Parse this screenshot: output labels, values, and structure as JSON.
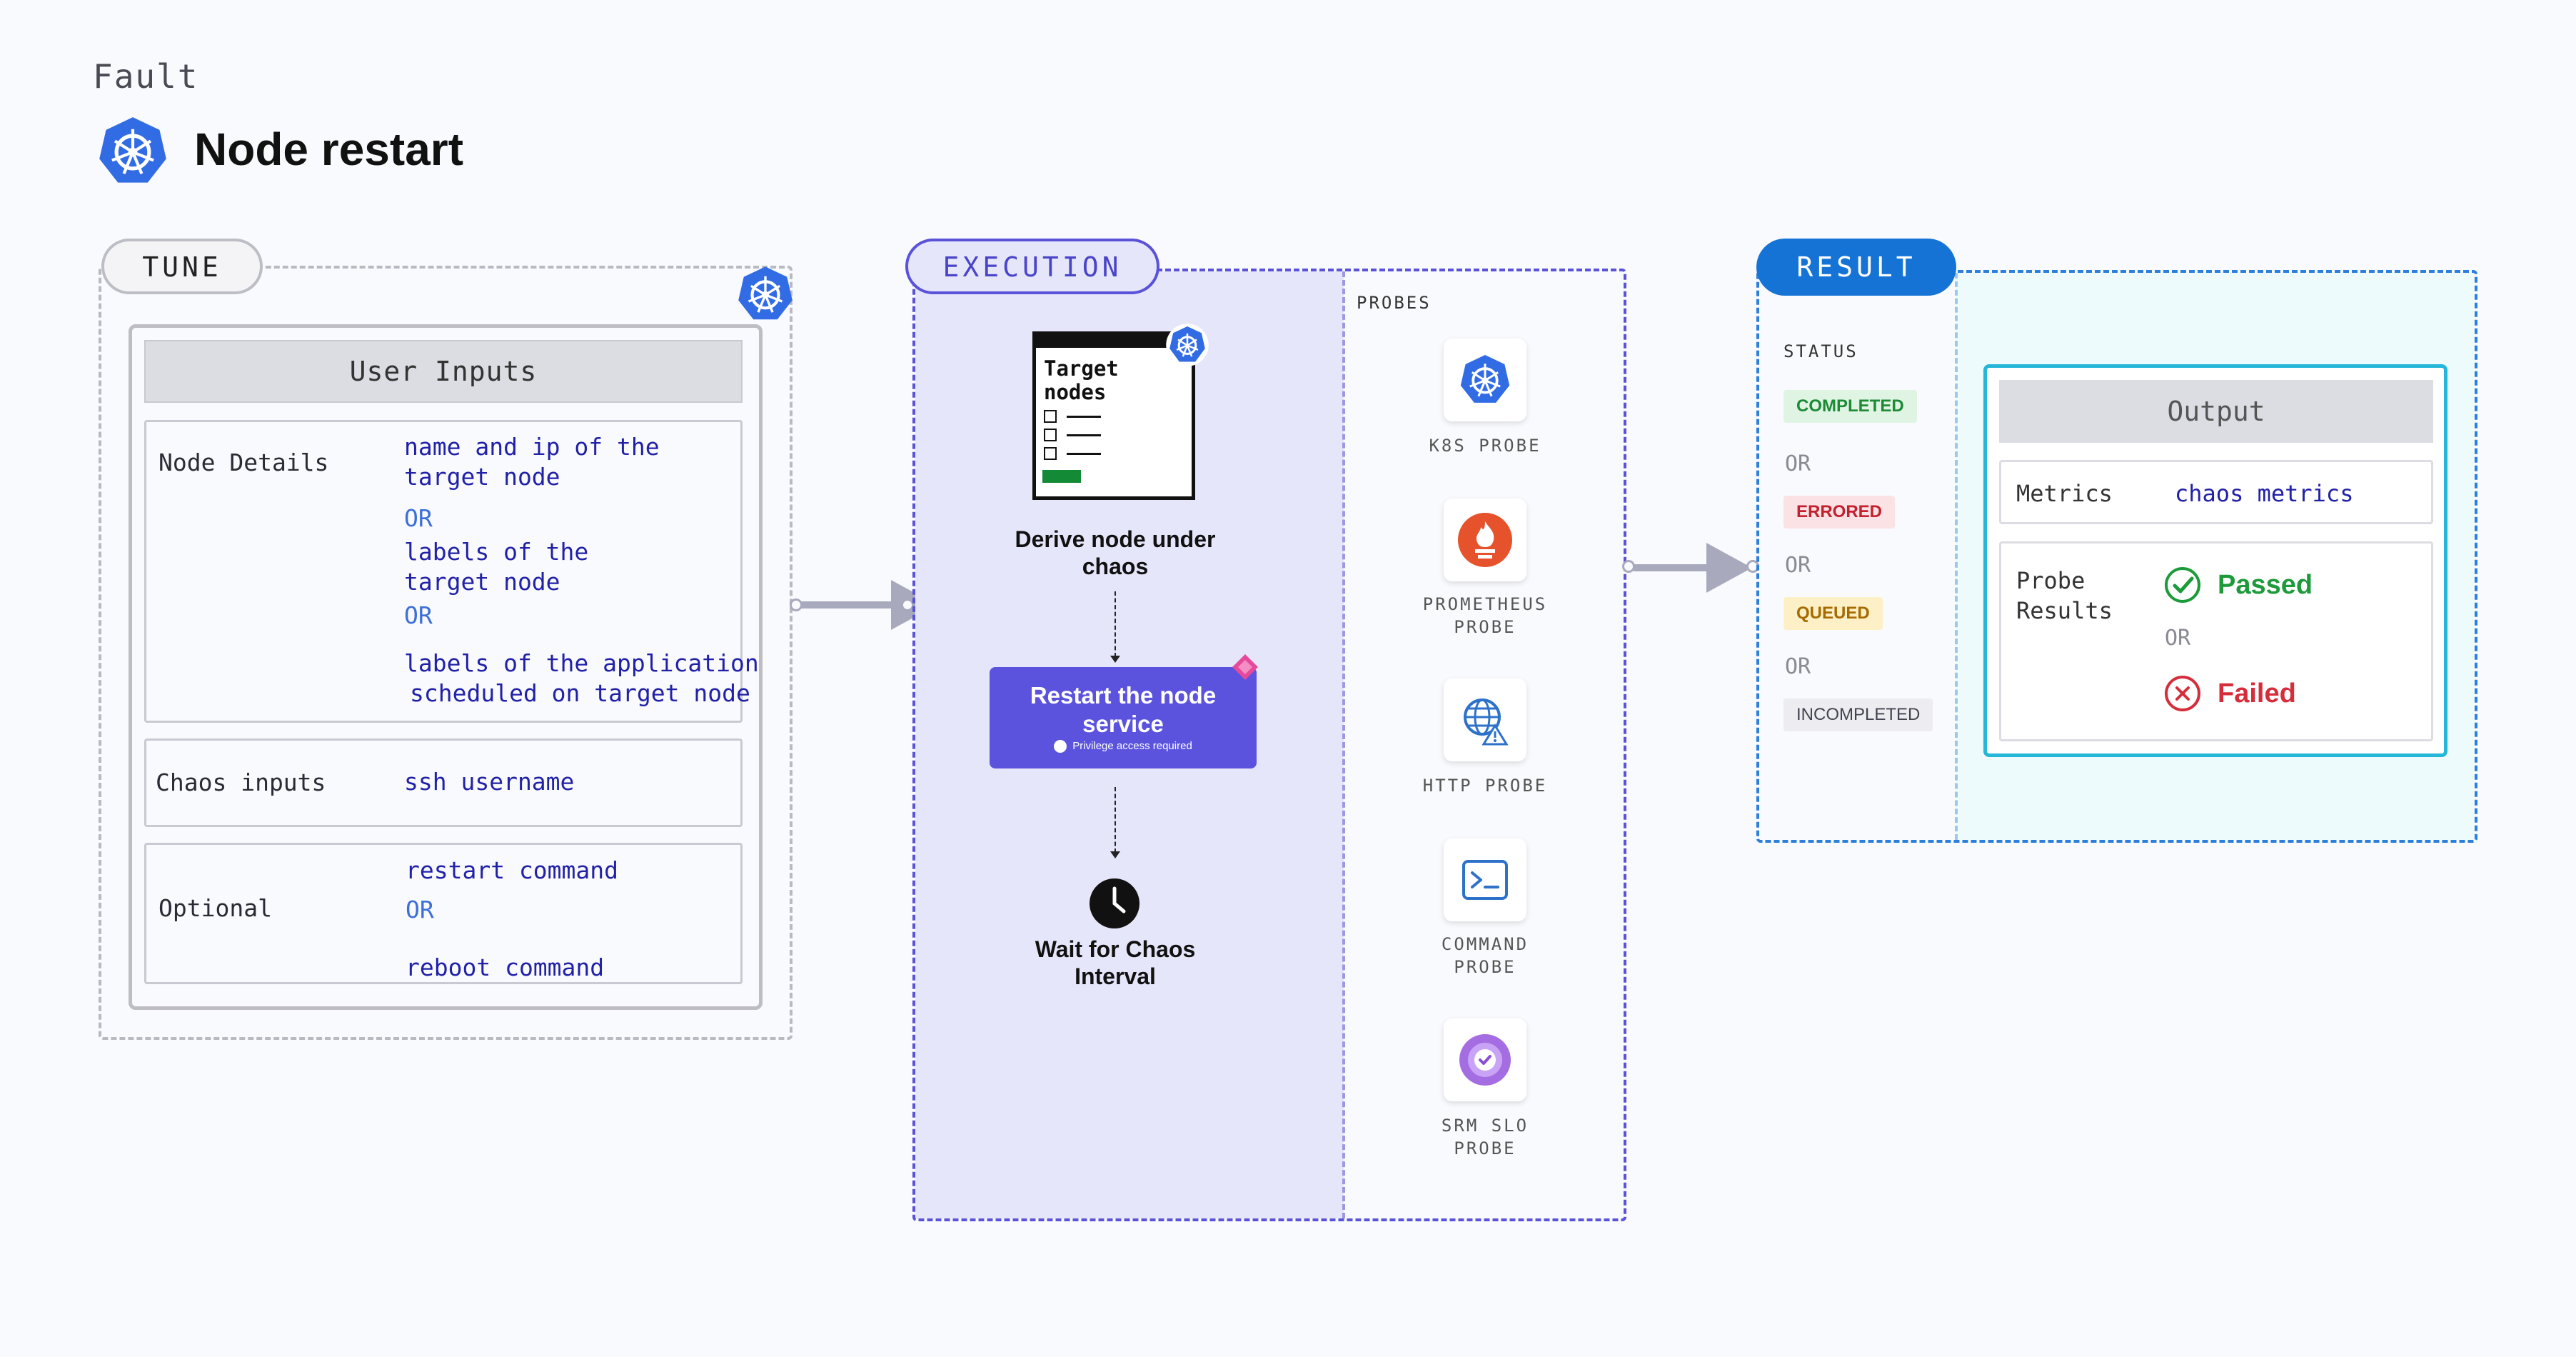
{
  "header": {
    "section_label": "Fault",
    "title": "Node restart"
  },
  "tune": {
    "pill": "TUNE",
    "user_inputs_title": "User Inputs",
    "node_details": {
      "label": "Node Details",
      "line1": "name and ip of the",
      "line2": "target node",
      "or1": "OR",
      "line3": "labels of the",
      "line4": "target node",
      "or2": "OR",
      "line5": "labels of the application",
      "line6": "scheduled on target node"
    },
    "chaos_inputs": {
      "label": "Chaos inputs",
      "value": "ssh username"
    },
    "optional": {
      "label": "Optional",
      "value1": "restart command",
      "or": "OR",
      "value2": "reboot command"
    }
  },
  "execution": {
    "pill": "EXECUTION",
    "target_card": {
      "line1": "Target",
      "line2": "nodes"
    },
    "step1": {
      "line1": "Derive node under",
      "line2": "chaos"
    },
    "step2": {
      "line1": "Restart the node",
      "line2": "service",
      "note": "Privilege access required"
    },
    "step3": {
      "line1": "Wait for Chaos",
      "line2": "Interval"
    },
    "probes_label": "PROBES",
    "probes": [
      {
        "icon": "kubernetes-icon",
        "line1": "K8S PROBE",
        "line2": ""
      },
      {
        "icon": "prometheus-icon",
        "line1": "PROMETHEUS",
        "line2": "PROBE"
      },
      {
        "icon": "http-globe-icon",
        "line1": "HTTP PROBE",
        "line2": ""
      },
      {
        "icon": "terminal-icon",
        "line1": "COMMAND",
        "line2": "PROBE"
      },
      {
        "icon": "srm-slo-icon",
        "line1": "SRM SLO",
        "line2": "PROBE"
      }
    ]
  },
  "result": {
    "pill": "RESULT",
    "status_label": "STATUS",
    "statuses": [
      {
        "label": "COMPLETED",
        "fg": "#1d8a36",
        "bg": "#dff4e3"
      },
      {
        "label": "ERRORED",
        "fg": "#c3212f",
        "bg": "#fbe3e5"
      },
      {
        "label": "QUEUED",
        "fg": "#a66a00",
        "bg": "#fdf0c6"
      },
      {
        "label": "INCOMPLETED",
        "fg": "#444450",
        "bg": "#ececf1"
      }
    ],
    "or": "OR",
    "output": {
      "title": "Output",
      "metrics_label": "Metrics",
      "metrics_value": "chaos metrics",
      "probe_results_line1": "Probe",
      "probe_results_line2": "Results",
      "passed": "Passed",
      "or": "OR",
      "failed": "Failed"
    }
  },
  "colors": {
    "execution_accent": "#5a52d8",
    "result_accent": "#1673d6",
    "kubernetes_blue": "#326ce5",
    "input_value": "#2121a8"
  }
}
